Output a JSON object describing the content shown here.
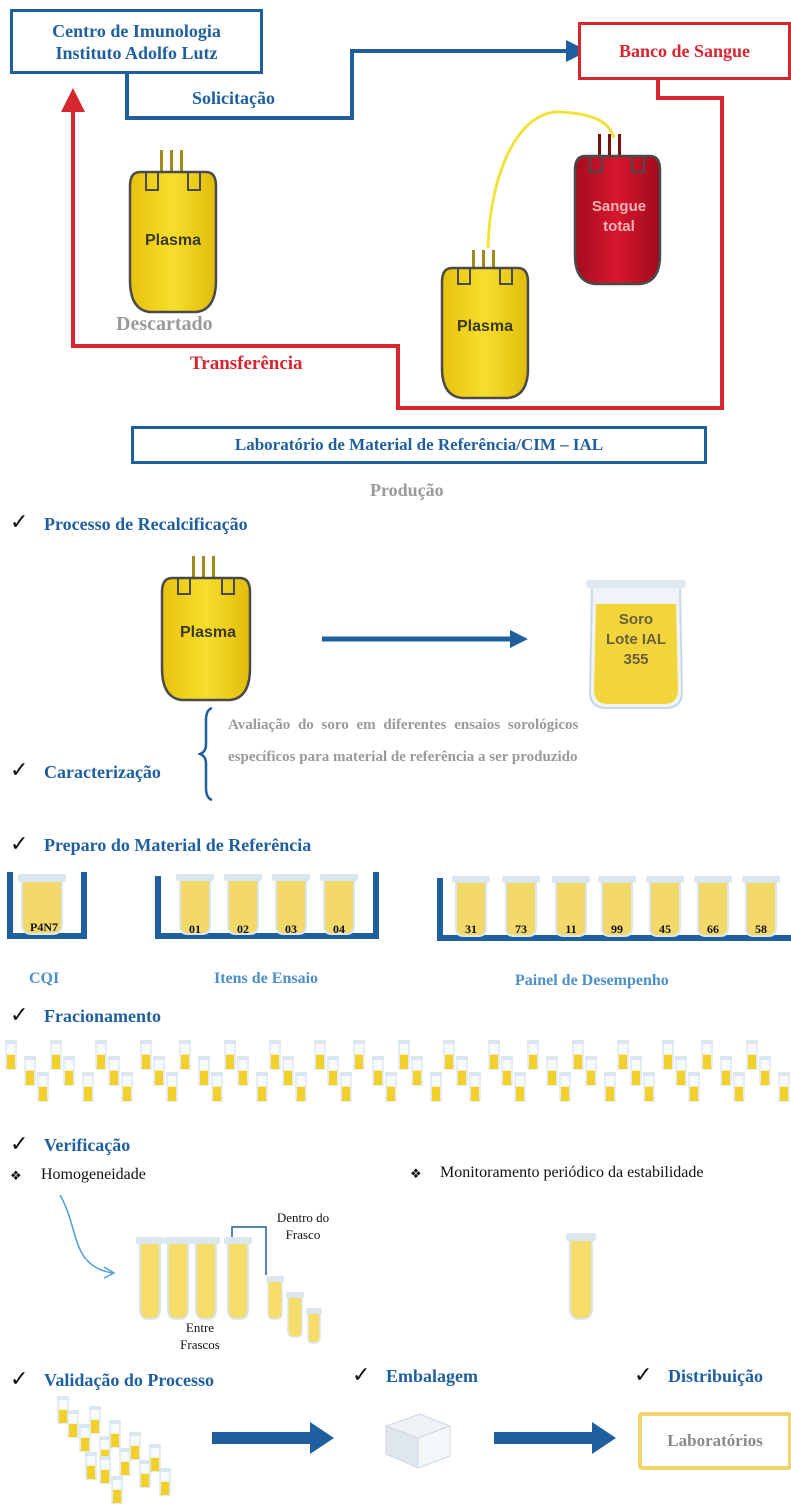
{
  "top": {
    "cim_line1": "Centro de Imunologia",
    "cim_line2": "Instituto Adolfo Lutz",
    "banco": "Banco de Sangue",
    "solicitacao": "Solicitação",
    "transferencia": "Transferência",
    "descartado": "Descartado",
    "plasma_label": "Plasma",
    "sangue_line1": "Sangue",
    "sangue_line2": "total",
    "lab": "Laboratório de Material de Referência/CIM – IAL",
    "producao": "Produção"
  },
  "recalc": {
    "title": "Processo de Recalcificação",
    "plasma_label": "Plasma",
    "soro_line1": "Soro",
    "soro_line2": "Lote IAL",
    "soro_line3": "355"
  },
  "caract": {
    "title": "Caracterização",
    "desc_line1": "Avaliação do soro em diferentes ensaios sorológicos",
    "desc_line2": "específicos para material de referência a ser produzido"
  },
  "preparo": {
    "title": "Preparo do Material de Referência",
    "cqi_tube": "P4N7",
    "cqi_label": "CQI",
    "itens": [
      "01",
      "02",
      "03",
      "04"
    ],
    "itens_label": "Itens de Ensaio",
    "painel": [
      "31",
      "73",
      "11",
      "99",
      "45",
      "66",
      "58"
    ],
    "painel_label": "Painel de Desempenho"
  },
  "fracionamento": {
    "title": "Fracionamento"
  },
  "verificacao": {
    "title": "Verificação",
    "homogeneidade": "Homogeneidade",
    "monitoramento": "Monitoramento periódico da estabilidade",
    "dentro_line1": "Dentro do",
    "dentro_line2": "Frasco",
    "entre_line1": "Entre",
    "entre_line2": "Frascos"
  },
  "bottom": {
    "validacao": "Validação do Processo",
    "embalagem": "Embalagem",
    "distribuicao": "Distribuição",
    "laboratorios": "Laboratórios"
  },
  "symbols": {
    "check": "✓",
    "diamond": "❖"
  },
  "colors": {
    "blue": "#1f5f9e",
    "red": "#d6262f",
    "plasma_yellow": "#f3d21a",
    "blood_red": "#c8102e",
    "gray_text": "#9a9a9a",
    "lab_box_border": "#f0d36a"
  }
}
